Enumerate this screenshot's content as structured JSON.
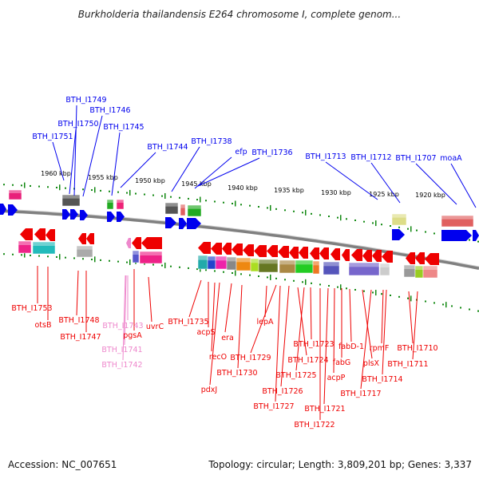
{
  "title": "Burkholderia thailandensis E264 chromosome I, complete genom...",
  "footer": {
    "accession": "Accession: NC_007651",
    "summary": "Topology: circular; Length: 3,809,201 bp; Genes: 3,337"
  },
  "colors": {
    "forward_gene": "#0000ee",
    "reverse_gene": "#ee0000",
    "faded_label": "#ee88cc",
    "axis": "#808080",
    "tick": "#118811"
  },
  "kbp_labels": [
    "1960 kbp",
    "1955 kbp",
    "1950 kbp",
    "1945 kbp",
    "1940 kbp",
    "1935 kbp",
    "1930 kbp",
    "1925 kbp",
    "1920 kbp"
  ],
  "top_labels": [
    "BTH_I1749",
    "BTH_I1746",
    "BTH_I1750",
    "BTH_I1745",
    "BTH_I1751",
    "BTH_I1744",
    "BTH_I1738",
    "efp",
    "BTH_I1736",
    "BTH_I1713",
    "BTH_I1712",
    "BTH_I1707",
    "moaA"
  ],
  "bottom_labels": [
    "BTH_I1753",
    "otsB",
    "BTH_I1748",
    "BTH_I1747",
    "BTH_I1743",
    "pgsA",
    "BTH_I1741",
    "BTH_I1742",
    "uvrC",
    "BTH_I1735",
    "acpS",
    "era",
    "recO",
    "pdxJ",
    "lepA",
    "BTH_I1729",
    "BTH_I1730",
    "BTH_I1726",
    "BTH_I1727",
    "BTH_I1723",
    "BTH_I1724",
    "BTH_I1725",
    "fabD-1",
    "fabG",
    "acpP",
    "BTH_I1721",
    "BTH_I1722",
    "rpmF",
    "plsX",
    "BTH_I1714",
    "BTH_I1717",
    "BTH_I1710",
    "BTH_I1711"
  ]
}
